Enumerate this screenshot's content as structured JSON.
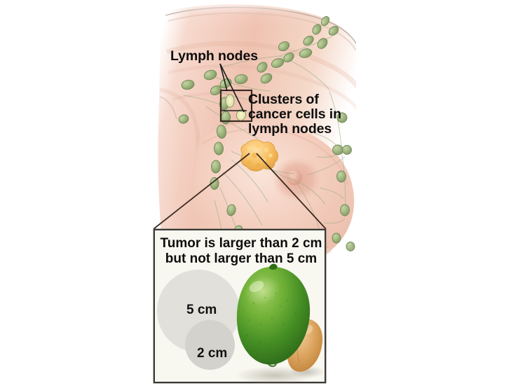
{
  "figure": {
    "type": "medical-illustration",
    "subject": "Breast cancer stage illustration — tumor size and lymph node involvement",
    "background_color": "#ffffff"
  },
  "labels": {
    "lymph_nodes": "Lymph nodes",
    "clusters": "Clusters of\ncancer cells in\nlymph nodes"
  },
  "inset_panel": {
    "title": "Tumor is larger than 2 cm\nbut not larger than 5 cm",
    "background_color": "#f8f7f0",
    "border_color": "#3b3a36",
    "size_references": [
      {
        "name": "5 cm",
        "label": "5 cm",
        "fill": "#e2e0da"
      },
      {
        "name": "2 cm",
        "label": "2 cm",
        "fill": "#d4d2cc"
      }
    ],
    "objects": [
      {
        "name": "lime",
        "semantic": "tumor-size-comparison-lime",
        "color": "#3e8b1f"
      },
      {
        "name": "peanut",
        "semantic": "lymph-node-size-comparison-peanut",
        "color": "#d9a05b"
      }
    ]
  },
  "anatomy": {
    "skin_color": "#f2c7b8",
    "lymph_node_color": "#94ab74",
    "tumor_color": "#f5b44e",
    "parts": [
      {
        "name": "torso"
      },
      {
        "name": "breast"
      },
      {
        "name": "nipple"
      },
      {
        "name": "axillary-lymph-node-chain"
      },
      {
        "name": "internal-mammary-lymph-node-chain"
      },
      {
        "name": "primary-tumor"
      },
      {
        "name": "cancer-cell-cluster-highlight-box"
      }
    ]
  }
}
